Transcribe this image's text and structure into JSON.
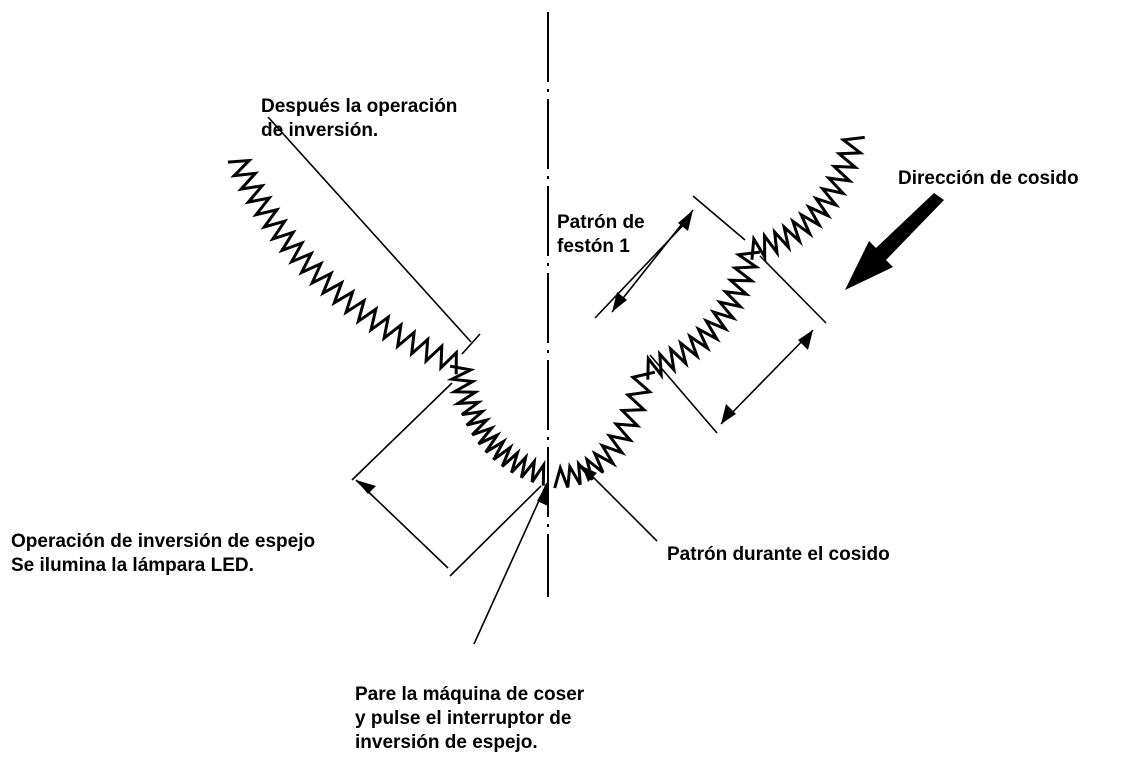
{
  "labels": {
    "after_inversion": [
      "Después la operación",
      "de inversión."
    ],
    "sewing_direction": "Dirección de cosido",
    "scallop_pattern": [
      "Patrón de",
      "festón 1"
    ],
    "mirror_operation": [
      "Operación de inversión de espejo",
      "Se ilumina la lámpara LED."
    ],
    "pattern_during_sewing": "Patrón durante el cosido",
    "stop_machine": [
      "Pare la máquina de coser",
      "y pulse el interruptor de",
      "inversión de espejo."
    ]
  }
}
